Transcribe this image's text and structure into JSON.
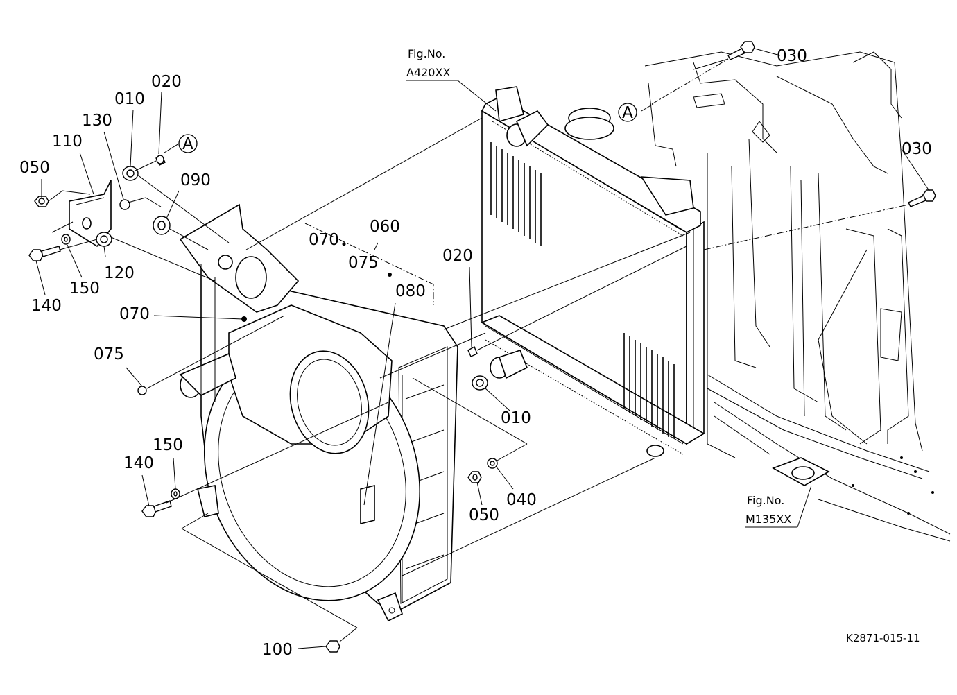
{
  "figure_refs": [
    {
      "label": "Fig.No.",
      "code": "A420XX"
    },
    {
      "label": "Fig.No.",
      "code": "M135XX"
    }
  ],
  "callouts": {
    "p010_a": "010",
    "p010_b": "010",
    "p020_a": "020",
    "p020_b": "020",
    "p030_a": "030",
    "p030_b": "030",
    "p040": "040",
    "p050_a": "050",
    "p050_b": "050",
    "p060": "060",
    "p070_a": "070",
    "p070_b": "070",
    "p075_a": "075",
    "p075_b": "075",
    "p080": "080",
    "p090": "090",
    "p100": "100",
    "p110": "110",
    "p120": "120",
    "p130": "130",
    "p140_a": "140",
    "p140_b": "140",
    "p150_a": "150",
    "p150_b": "150"
  },
  "view_marker": "A",
  "drawing_code": "K2871-015-11"
}
